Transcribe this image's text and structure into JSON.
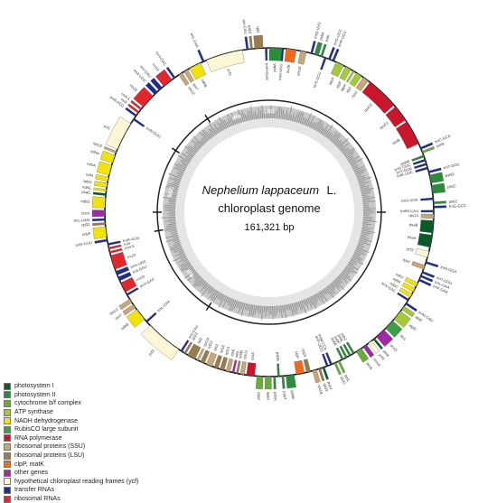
{
  "genome": {
    "species": "Nephelium lappaceum",
    "suffix": "L.",
    "subtitle": "chloroplast genome",
    "length": "161,321 bp"
  },
  "regions": [
    "LSC",
    "IRb",
    "SSC",
    "IRa"
  ],
  "legend": [
    {
      "label": "photosystem I",
      "color": "#0a5a2a"
    },
    {
      "label": "photosystem II",
      "color": "#2c8c3c"
    },
    {
      "label": "cytochrome b/f complex",
      "color": "#6bab3d"
    },
    {
      "label": "ATP synthase",
      "color": "#a2c93a"
    },
    {
      "label": "NADH dehydrogenase",
      "color": "#f0e20e"
    },
    {
      "label": "RubisCO large subunit",
      "color": "#3d9f45"
    },
    {
      "label": "RNA polymerase",
      "color": "#c8162c"
    },
    {
      "label": "ribosomal proteins (SSU)",
      "color": "#c8a57a"
    },
    {
      "label": "ribosomal proteins (LSU)",
      "color": "#9c7b4c"
    },
    {
      "label": "clpP, matK",
      "color": "#ee6b1e"
    },
    {
      "label": "other genes",
      "color": "#a02aa6"
    },
    {
      "label": "hypothetical chloroplast reading frames (ycf)",
      "color": "#fbf7d4"
    },
    {
      "label": "transfer RNAs",
      "color": "#1e2e8a"
    },
    {
      "label": "ribosomal RNAs",
      "color": "#e0262e"
    }
  ],
  "genes": [
    {
      "name": "psbA",
      "a": 0,
      "s": 6,
      "out": false,
      "c": 1
    },
    {
      "name": "trnK-UUU",
      "a": 6,
      "s": 1,
      "out": false,
      "c": 12
    },
    {
      "name": "matK",
      "a": 8,
      "s": 5,
      "out": false,
      "c": 9
    },
    {
      "name": "rps16",
      "a": 15,
      "s": 3,
      "out": false,
      "c": 7
    },
    {
      "name": "trnQ-UUG",
      "a": 20,
      "s": 1,
      "out": true,
      "c": 12
    },
    {
      "name": "psbK",
      "a": 22,
      "s": 2,
      "out": true,
      "c": 1
    },
    {
      "name": "psbI",
      "a": 25,
      "s": 1,
      "out": true,
      "c": 1
    },
    {
      "name": "trnS-GCU",
      "a": 27,
      "s": 1,
      "out": false,
      "c": 12
    },
    {
      "name": "trnG-UCC",
      "a": 29,
      "s": 1,
      "out": true,
      "c": 12
    },
    {
      "name": "trnR-UCU",
      "a": 31,
      "s": 1,
      "out": true,
      "c": 12
    },
    {
      "name": "atpA",
      "a": 33,
      "s": 4,
      "out": false,
      "c": 3
    },
    {
      "name": "atpF",
      "a": 38,
      "s": 3,
      "out": false,
      "c": 3
    },
    {
      "name": "atpH",
      "a": 42,
      "s": 1,
      "out": false,
      "c": 3
    },
    {
      "name": "atpI",
      "a": 44,
      "s": 3,
      "out": false,
      "c": 3
    },
    {
      "name": "rps2",
      "a": 48,
      "s": 3,
      "out": false,
      "c": 7
    },
    {
      "name": "rpoC2",
      "a": 52,
      "s": 16,
      "out": false,
      "c": 6
    },
    {
      "name": "rpoC1",
      "a": 69,
      "s": 8,
      "out": false,
      "c": 6
    },
    {
      "name": "rpoB",
      "a": 78,
      "s": 12,
      "out": false,
      "c": 6
    },
    {
      "name": "trnC-GCA",
      "a": 92,
      "s": 1,
      "out": true,
      "c": 12
    },
    {
      "name": "petN",
      "a": 94,
      "s": 1,
      "out": true,
      "c": 2
    },
    {
      "name": "psbM",
      "a": 96,
      "s": 1,
      "out": false,
      "c": 1
    },
    {
      "name": "trnD-GUC",
      "a": 98,
      "s": 1,
      "out": false,
      "c": 12
    },
    {
      "name": "trnY-GUA",
      "a": 100,
      "s": 1,
      "out": false,
      "c": 12
    },
    {
      "name": "trnE-UUC",
      "a": 102,
      "s": 1,
      "out": false,
      "c": 12
    },
    {
      "name": "trnT-GGU",
      "a": 104,
      "s": 1,
      "out": true,
      "c": 12
    },
    {
      "name": "psbD",
      "a": 106,
      "s": 4,
      "out": true,
      "c": 1
    },
    {
      "name": "psbC",
      "a": 111,
      "s": 4,
      "out": true,
      "c": 1
    },
    {
      "name": "trnS-UGA",
      "a": 117,
      "s": 1,
      "out": false,
      "c": 12
    },
    {
      "name": "psbZ",
      "a": 119,
      "s": 1,
      "out": true,
      "c": 1
    },
    {
      "name": "trnG-GCC",
      "a": 121,
      "s": 1,
      "out": true,
      "c": 12
    },
    {
      "name": "trnfM-CAU",
      "a": 123,
      "s": 1,
      "out": false,
      "c": 12
    },
    {
      "name": "rps14",
      "a": 125,
      "s": 2,
      "out": false,
      "c": 7
    },
    {
      "name": "psaB",
      "a": 128,
      "s": 6,
      "out": false,
      "c": 0
    },
    {
      "name": "psaA",
      "a": 135,
      "s": 6,
      "out": false,
      "c": 0
    },
    {
      "name": "ycf3",
      "a": 143,
      "s": 3,
      "out": false,
      "c": 11
    },
    {
      "name": "trnS-GGA",
      "a": 148,
      "s": 1,
      "out": true,
      "c": 12
    },
    {
      "name": "rps4",
      "a": 150,
      "s": 2,
      "out": false,
      "c": 7
    },
    {
      "name": "trnT-UGU",
      "a": 153,
      "s": 1,
      "out": true,
      "c": 12
    },
    {
      "name": "trnL-UAA",
      "a": 155,
      "s": 1,
      "out": true,
      "c": 12
    },
    {
      "name": "trnF-GAA",
      "a": 157,
      "s": 1,
      "out": true,
      "c": 12
    },
    {
      "name": "ndhJ",
      "a": 159,
      "s": 2,
      "out": false,
      "c": 4
    },
    {
      "name": "ndhK",
      "a": 162,
      "s": 2,
      "out": false,
      "c": 4
    },
    {
      "name": "ndhC",
      "a": 165,
      "s": 2,
      "out": false,
      "c": 4
    },
    {
      "name": "trnV-UAC",
      "a": 168,
      "s": 1,
      "out": false,
      "c": 12
    },
    {
      "name": "trnM-CAU",
      "a": 170,
      "s": 1,
      "out": true,
      "c": 12
    },
    {
      "name": "atpE",
      "a": 172,
      "s": 2,
      "out": true,
      "c": 3
    },
    {
      "name": "atpB",
      "a": 175,
      "s": 5,
      "out": true,
      "c": 3
    },
    {
      "name": "rbcL",
      "a": 181,
      "s": 5,
      "out": true,
      "c": 5
    },
    {
      "name": "accD",
      "a": 187,
      "s": 5,
      "out": true,
      "c": 10
    },
    {
      "name": "psaI",
      "a": 193,
      "s": 1,
      "out": true,
      "c": 0
    },
    {
      "name": "ycf4",
      "a": 195,
      "s": 2,
      "out": true,
      "c": 11
    },
    {
      "name": "cemA",
      "a": 198,
      "s": 2,
      "out": true,
      "c": 10
    },
    {
      "name": "petA",
      "a": 201,
      "s": 3,
      "out": true,
      "c": 2
    },
    {
      "name": "psbJ",
      "a": 205,
      "s": 1,
      "out": false,
      "c": 1
    },
    {
      "name": "psbL",
      "a": 207,
      "s": 1,
      "out": false,
      "c": 1
    },
    {
      "name": "psbF",
      "a": 209,
      "s": 1,
      "out": false,
      "c": 1
    },
    {
      "name": "psbE",
      "a": 211,
      "s": 1,
      "out": false,
      "c": 1
    },
    {
      "name": "petL",
      "a": 213,
      "s": 1,
      "out": true,
      "c": 2
    },
    {
      "name": "petG",
      "a": 215,
      "s": 1,
      "out": true,
      "c": 2
    },
    {
      "name": "trnW-CCA",
      "a": 217,
      "s": 1,
      "out": false,
      "c": 12
    },
    {
      "name": "trnP-UGG",
      "a": 219,
      "s": 1,
      "out": false,
      "c": 12
    },
    {
      "name": "psaJ",
      "a": 221,
      "s": 1,
      "out": true,
      "c": 0
    },
    {
      "name": "rpl33",
      "a": 223,
      "s": 1,
      "out": true,
      "c": 8
    },
    {
      "name": "rps18",
      "a": 225,
      "s": 2,
      "out": true,
      "c": 7
    },
    {
      "name": "rpl20",
      "a": 228,
      "s": 2,
      "out": false,
      "c": 8
    },
    {
      "name": "clpP",
      "a": 231,
      "s": 4,
      "out": false,
      "c": 9
    },
    {
      "name": "psbB",
      "a": 236,
      "s": 4,
      "out": true,
      "c": 1
    },
    {
      "name": "psbT",
      "a": 241,
      "s": 1,
      "out": true,
      "c": 1
    },
    {
      "name": "psbN",
      "a": 243,
      "s": 1,
      "out": false,
      "c": 1
    },
    {
      "name": "psbH",
      "a": 245,
      "s": 1,
      "out": true,
      "c": 1
    },
    {
      "name": "petB",
      "a": 247,
      "s": 3,
      "out": true,
      "c": 2
    },
    {
      "name": "petD",
      "a": 251,
      "s": 3,
      "out": true,
      "c": 2
    },
    {
      "name": "rpoA",
      "a": 255,
      "s": 4,
      "out": false,
      "c": 6
    },
    {
      "name": "rps11",
      "a": 260,
      "s": 2,
      "out": false,
      "c": 7
    },
    {
      "name": "rpl36",
      "a": 263,
      "s": 1,
      "out": false,
      "c": 8
    },
    {
      "name": "infA",
      "a": 265,
      "s": 1,
      "out": false,
      "c": 10
    },
    {
      "name": "rps8",
      "a": 267,
      "s": 2,
      "out": false,
      "c": 7
    },
    {
      "name": "rpl14",
      "a": 270,
      "s": 2,
      "out": false,
      "c": 8
    },
    {
      "name": "rpl16",
      "a": 273,
      "s": 2,
      "out": false,
      "c": 8
    },
    {
      "name": "rps3",
      "a": 276,
      "s": 3,
      "out": false,
      "c": 7
    },
    {
      "name": "rpl22",
      "a": 280,
      "s": 2,
      "out": false,
      "c": 8
    },
    {
      "name": "rps19",
      "a": 283,
      "s": 1,
      "out": false,
      "c": 7
    },
    {
      "name": "rpl2",
      "a": 285,
      "s": 4,
      "out": false,
      "c": 8
    },
    {
      "name": "rpl23",
      "a": 290,
      "s": 1,
      "out": false,
      "c": 8
    },
    {
      "name": "trnI-CAU",
      "a": 292,
      "s": 1,
      "out": false,
      "c": 12
    },
    {
      "name": "ycf2",
      "a": 294,
      "s": 18,
      "out": true,
      "c": 11
    },
    {
      "name": "trnL-CAA",
      "a": 314,
      "s": 1,
      "out": false,
      "c": 12
    },
    {
      "name": "ndhB",
      "a": 316,
      "s": 6,
      "out": true,
      "c": 4
    },
    {
      "name": "rps7",
      "a": 323,
      "s": 2,
      "out": true,
      "c": 7
    },
    {
      "name": "rps12",
      "a": 326,
      "s": 2,
      "out": true,
      "c": 7
    },
    {
      "name": "trnV-GAC",
      "a": 330,
      "s": 1,
      "out": false,
      "c": 12
    },
    {
      "name": "rrn16",
      "a": 332,
      "s": 5,
      "out": false,
      "c": 13
    },
    {
      "name": "trnI-GAU",
      "a": 338,
      "s": 2,
      "out": false,
      "c": 12
    },
    {
      "name": "trnA-UGC",
      "a": 341,
      "s": 2,
      "out": false,
      "c": 12
    },
    {
      "name": "rrn23",
      "a": 344,
      "s": 7,
      "out": false,
      "c": 13
    },
    {
      "name": "rrn4.5",
      "a": 352,
      "s": 1,
      "out": false,
      "c": 13
    },
    {
      "name": "rrn5",
      "a": 354,
      "s": 1,
      "out": false,
      "c": 13
    },
    {
      "name": "trnR-ACG",
      "a": 356,
      "s": 1,
      "out": false,
      "c": 12
    },
    {
      "name": "trnN-GUU",
      "a": 358,
      "s": 1,
      "out": true,
      "c": 12
    },
    {
      "name": "ndhF",
      "a": 360,
      "s": 5,
      "out": true,
      "c": 4
    },
    {
      "name": "rpl32",
      "a": 366,
      "s": 1,
      "out": true,
      "c": 8
    },
    {
      "name": "trnL-UAG",
      "a": 368,
      "s": 1,
      "out": true,
      "c": 12
    },
    {
      "name": "ccsA",
      "a": 370,
      "s": 3,
      "out": true,
      "c": 10
    },
    {
      "name": "ndhD",
      "a": 374,
      "s": 5,
      "out": true,
      "c": 4
    },
    {
      "name": "psaC",
      "a": 380,
      "s": 1,
      "out": true,
      "c": 0
    },
    {
      "name": "ndhE",
      "a": 382,
      "s": 1,
      "out": true,
      "c": 4
    },
    {
      "name": "ndhG",
      "a": 384,
      "s": 2,
      "out": true,
      "c": 4
    },
    {
      "name": "ndhI",
      "a": 387,
      "s": 2,
      "out": true,
      "c": 4
    },
    {
      "name": "ndhA",
      "a": 390,
      "s": 5,
      "out": true,
      "c": 4
    },
    {
      "name": "ndhH",
      "a": 396,
      "s": 4,
      "out": true,
      "c": 4
    },
    {
      "name": "rps15",
      "a": 401,
      "s": 1,
      "out": true,
      "c": 7
    },
    {
      "name": "ycf1",
      "a": 403,
      "s": 14,
      "out": true,
      "c": 11
    },
    {
      "name": "trnN-GUU",
      "a": 419,
      "s": 1,
      "out": false,
      "c": 12
    },
    {
      "name": "trnR-ACG",
      "a": 421,
      "s": 1,
      "out": true,
      "c": 12
    },
    {
      "name": "rrn5",
      "a": 423,
      "s": 1,
      "out": true,
      "c": 13
    },
    {
      "name": "rrn4.5",
      "a": 425,
      "s": 1,
      "out": true,
      "c": 13
    },
    {
      "name": "rrn23",
      "a": 427,
      "s": 7,
      "out": true,
      "c": 13
    },
    {
      "name": "trnA-UGC",
      "a": 435,
      "s": 2,
      "out": true,
      "c": 12
    },
    {
      "name": "trnI-GAU",
      "a": 438,
      "s": 2,
      "out": true,
      "c": 12
    },
    {
      "name": "rrn16",
      "a": 441,
      "s": 5,
      "out": true,
      "c": 13
    },
    {
      "name": "trnV-GAC",
      "a": 447,
      "s": 1,
      "out": true,
      "c": 12
    },
    {
      "name": "rps12",
      "a": 450,
      "s": 2,
      "out": false,
      "c": 7
    },
    {
      "name": "rps7",
      "a": 453,
      "s": 2,
      "out": false,
      "c": 7
    },
    {
      "name": "ndhB",
      "a": 456,
      "s": 6,
      "out": false,
      "c": 4
    },
    {
      "name": "trnL-CAA",
      "a": 463,
      "s": 1,
      "out": true,
      "c": 12
    },
    {
      "name": "ycf2",
      "a": 465,
      "s": 18,
      "out": false,
      "c": 11
    },
    {
      "name": "trnI-CAU",
      "a": 485,
      "s": 1,
      "out": true,
      "c": 12
    },
    {
      "name": "rpl23",
      "a": 487,
      "s": 1,
      "out": true,
      "c": 8
    },
    {
      "name": "rpl2",
      "a": 489,
      "s": 4,
      "out": true,
      "c": 8
    },
    {
      "name": "trnH-GUG",
      "a": 494,
      "s": 1,
      "out": false,
      "c": 12
    }
  ]
}
